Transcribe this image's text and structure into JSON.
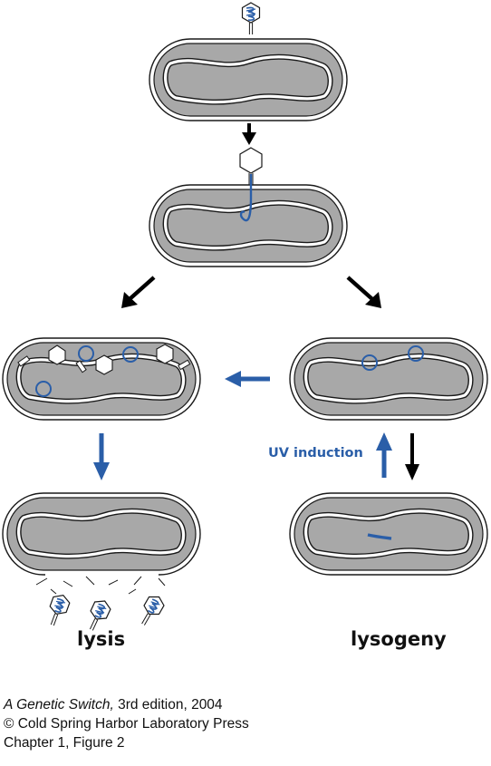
{
  "labels": {
    "lysis": "lysis",
    "lysogeny": "lysogeny",
    "uv_induction": "UV induction"
  },
  "caption": {
    "book_title": "A Genetic Switch,",
    "edition": " 3rd edition, 2004",
    "publisher": "© Cold Spring Harbor Laboratory Press",
    "figure": "Chapter 1, Figure 2"
  },
  "colors": {
    "cell_fill": "#a8a8a8",
    "cell_outline": "#1a1a1a",
    "phage_dna_blue": "#2a5ea8",
    "arrow_black": "#000000",
    "arrow_blue": "#2a5ea8"
  }
}
